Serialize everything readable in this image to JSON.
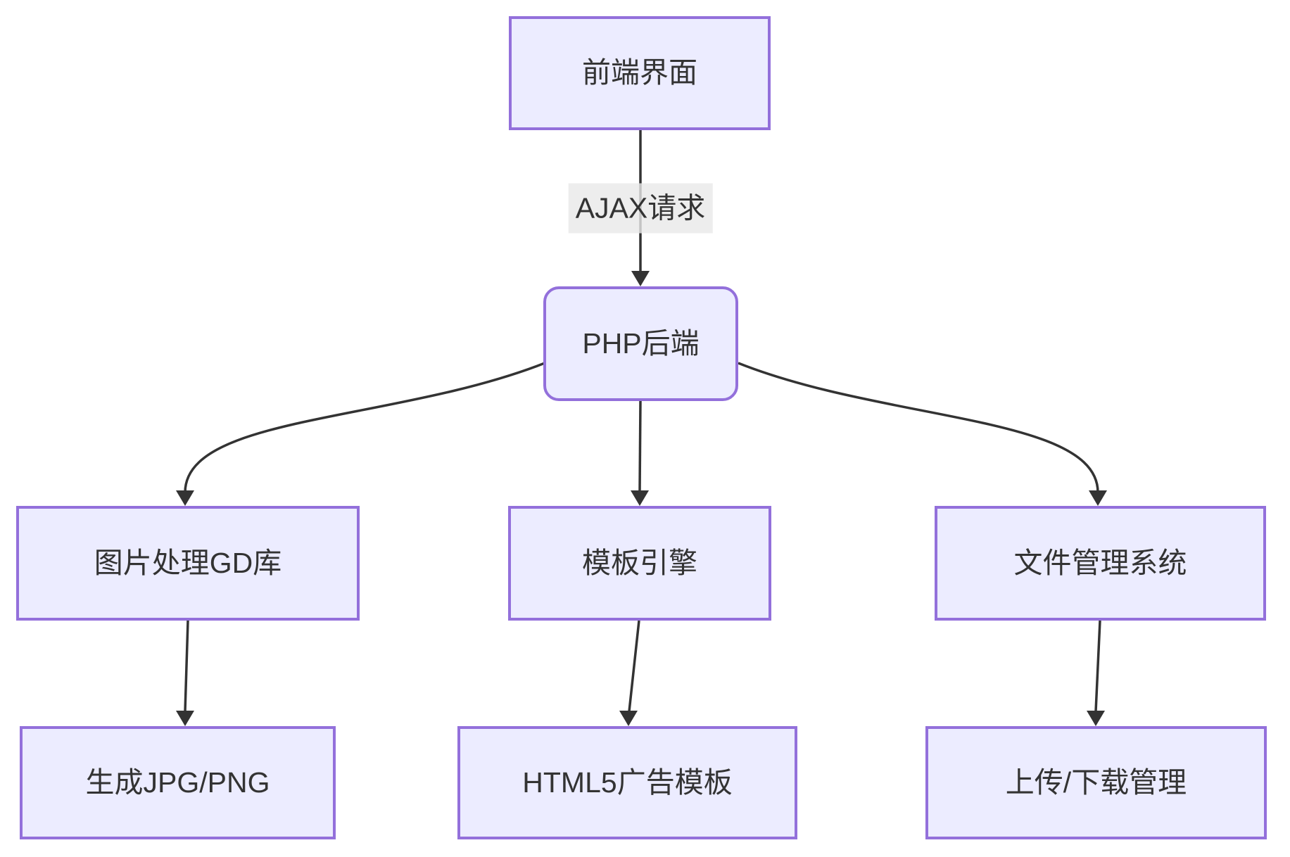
{
  "diagram": {
    "type": "flowchart",
    "direction": "top-down",
    "nodes": {
      "frontend": {
        "label": "前端界面",
        "shape": "rect"
      },
      "php_backend": {
        "label": "PHP后端",
        "shape": "rounded-rect"
      },
      "gd_library": {
        "label": "图片处理GD库",
        "shape": "rect"
      },
      "template_engine": {
        "label": "模板引擎",
        "shape": "rect"
      },
      "file_manager": {
        "label": "文件管理系统",
        "shape": "rect"
      },
      "generate_jpg_png": {
        "label": "生成JPG/PNG",
        "shape": "rect"
      },
      "html5_ad_template": {
        "label": "HTML5广告模板",
        "shape": "rect"
      },
      "upload_download": {
        "label": "上传/下载管理",
        "shape": "rect"
      }
    },
    "edges": [
      {
        "from": "frontend",
        "to": "php_backend",
        "label": "AJAX请求",
        "style": "arrow"
      },
      {
        "from": "php_backend",
        "to": "gd_library",
        "label": "",
        "style": "arrow"
      },
      {
        "from": "php_backend",
        "to": "template_engine",
        "label": "",
        "style": "arrow"
      },
      {
        "from": "php_backend",
        "to": "file_manager",
        "label": "",
        "style": "arrow"
      },
      {
        "from": "gd_library",
        "to": "generate_jpg_png",
        "label": "",
        "style": "arrow"
      },
      {
        "from": "template_engine",
        "to": "html5_ad_template",
        "label": "",
        "style": "arrow"
      },
      {
        "from": "file_manager",
        "to": "upload_download",
        "label": "",
        "style": "arrow"
      }
    ]
  },
  "colors": {
    "node_fill": "#ECECFF",
    "node_border": "#9370DB",
    "node_text": "#333333",
    "edge_color": "#333333",
    "edge_label_bg": "rgba(232,232,232,0.8)",
    "page_bg": "#ffffff"
  }
}
